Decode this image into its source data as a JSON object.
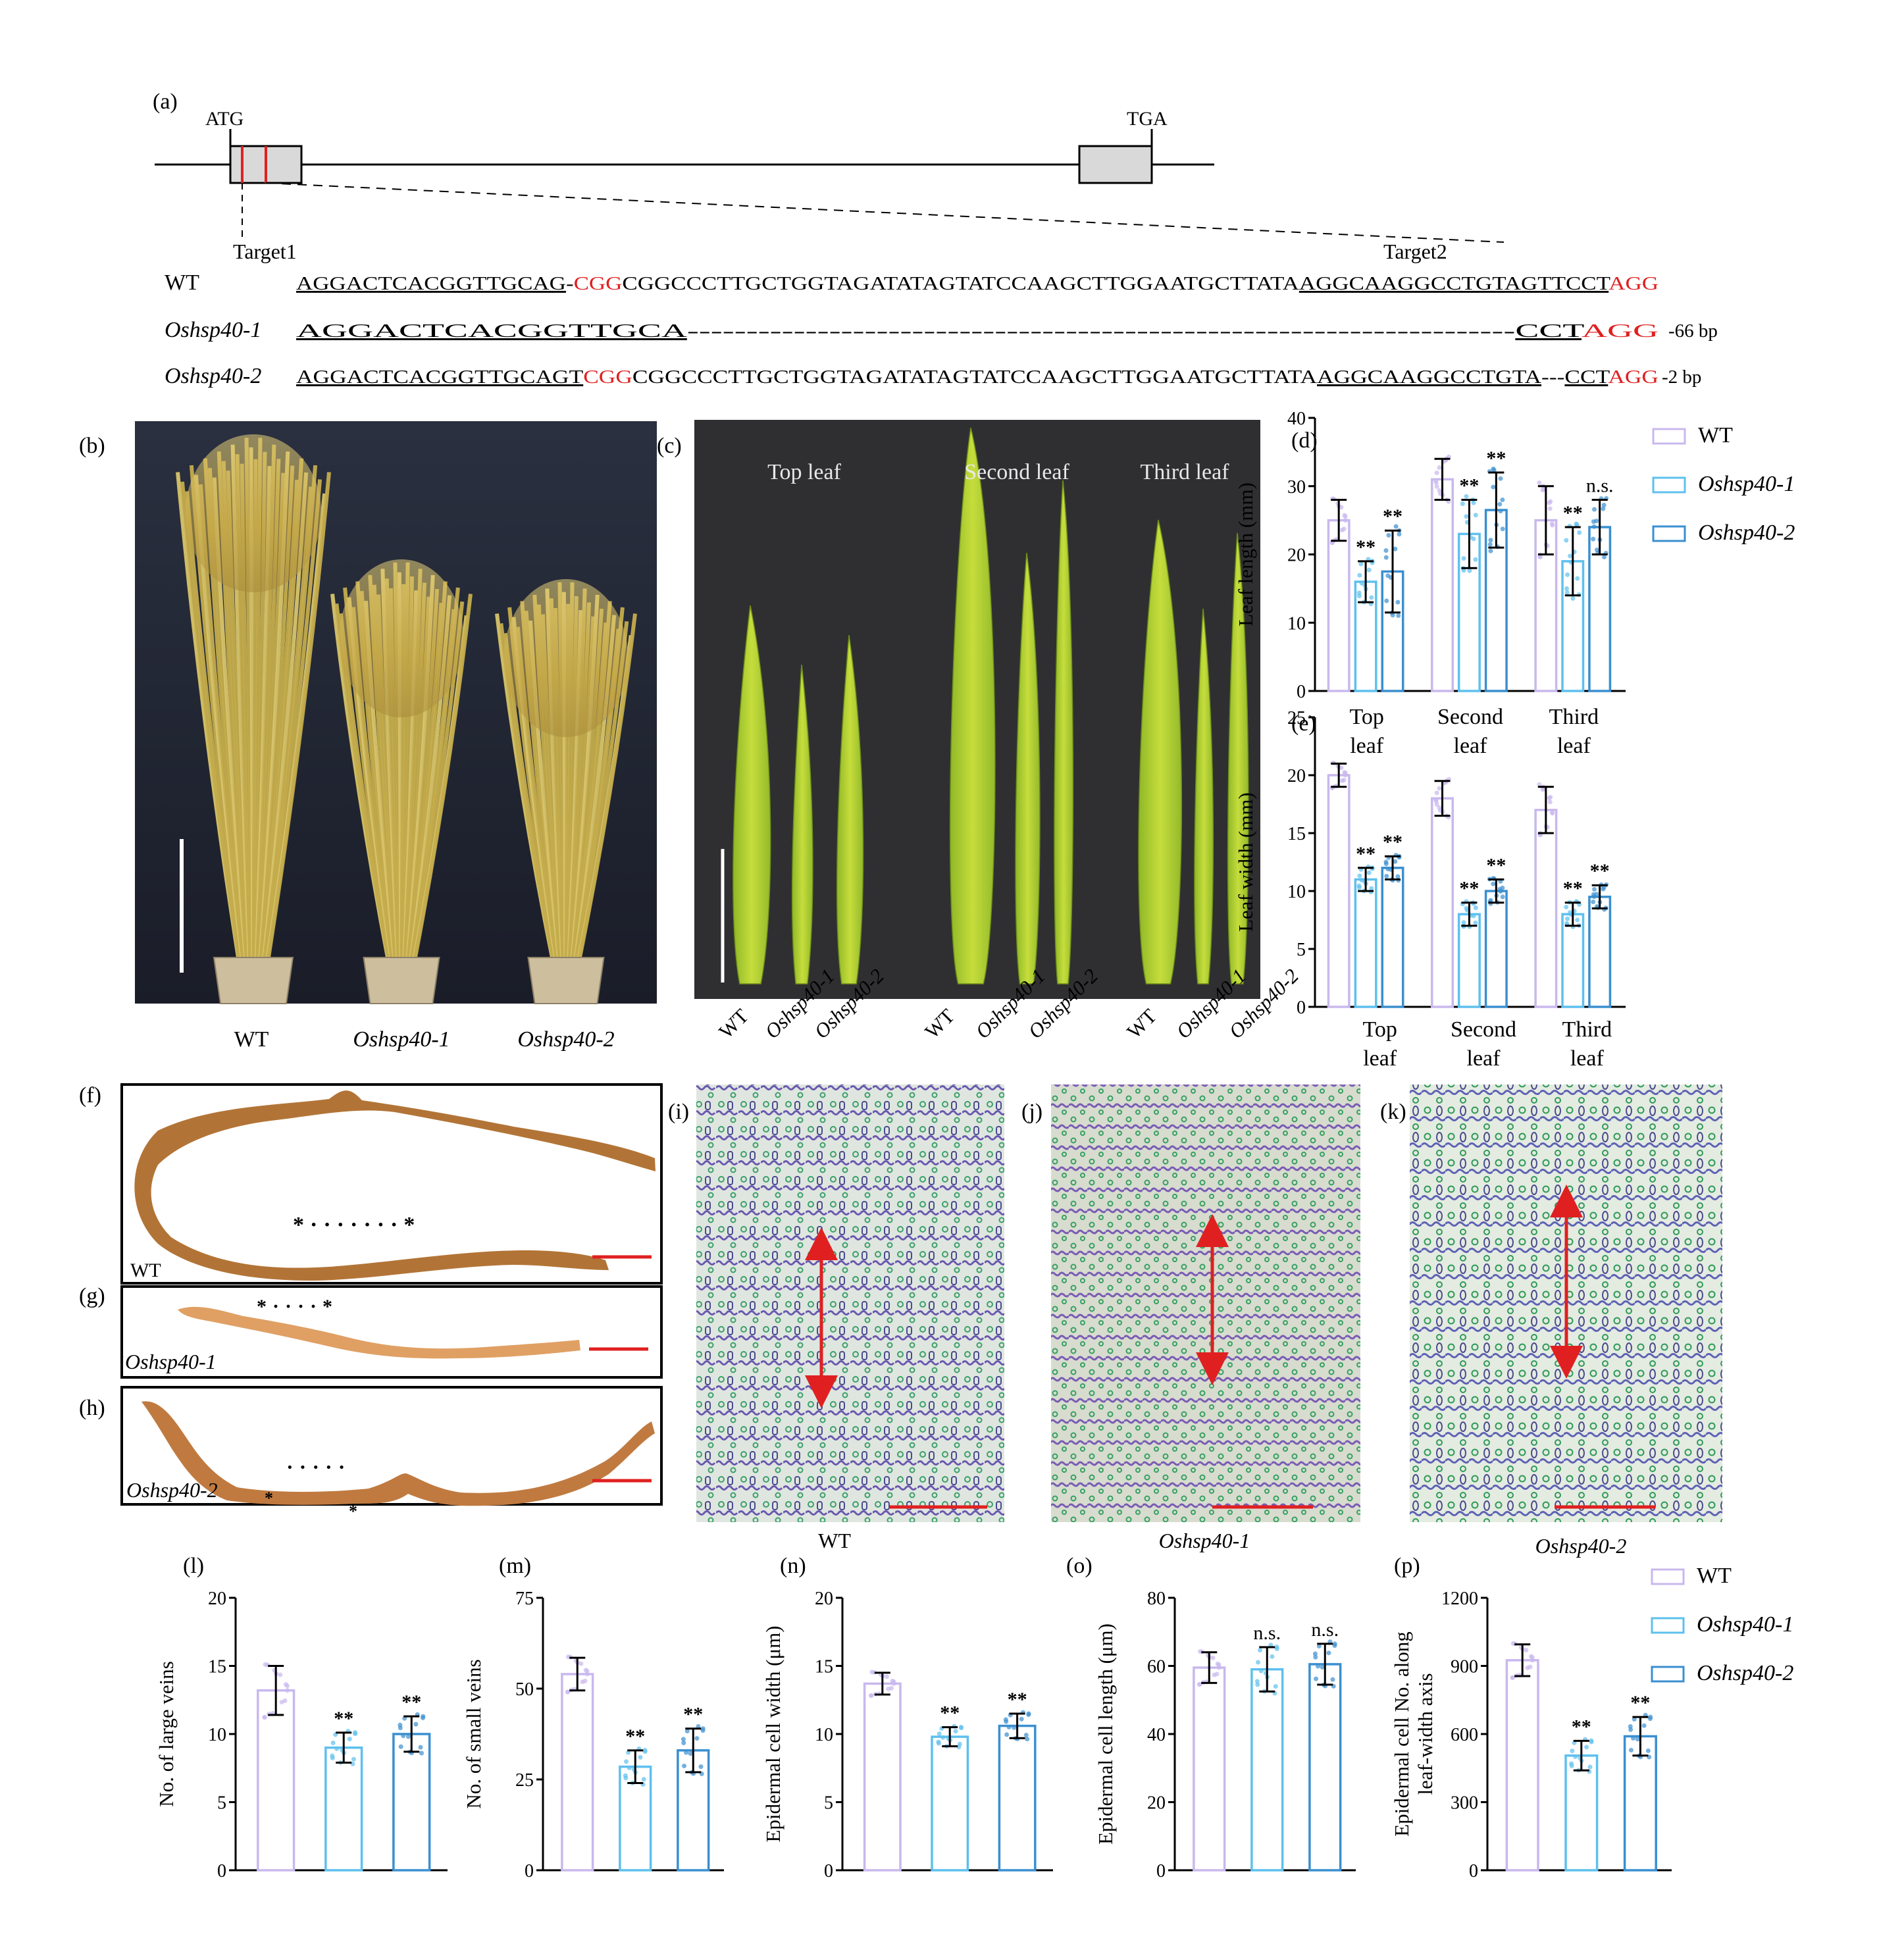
{
  "panel_labels": {
    "a": "(a)",
    "b": "(b)",
    "c": "(c)",
    "d": "(d)",
    "e": "(e)",
    "f": "(f)",
    "g": "(g)",
    "h": "(h)",
    "i": "(i)",
    "j": "(j)",
    "k": "(k)",
    "l": "(l)",
    "m": "(m)",
    "n": "(n)",
    "o": "(o)",
    "p": "(p)"
  },
  "gene": {
    "atg": "ATG",
    "tga": "TGA",
    "target1": "Target1",
    "target2": "Target2",
    "rows": [
      {
        "label": "WT",
        "seq1": "AGGACTCACGGTTGCAG",
        "gap1": "-",
        "pam1": "CGG",
        "middle": "CGGCCCTTGCTGGTAGATATAGTATCCAAGCTTGGAATGCTTATA",
        "seq2": "AGGCAAGGCCTGTAGTTCCT",
        "gap2": "",
        "pam2": "AGG",
        "note": ""
      },
      {
        "label": "Oshsp40-1",
        "seq1": "AGGACTCACGGTTGCA",
        "gap1": "----------------------------------------------------------------------",
        "pam1": "",
        "middle": "",
        "seq2": "CCT",
        "gap2": "",
        "pam2": "AGG",
        "note": "-66 bp"
      },
      {
        "label": "Oshsp40-2",
        "seq1": "AGGACTCACGGTTGCAGT",
        "gap1": "",
        "pam1": "CGG",
        "middle": "CGGCCCTTGCTGGTAGATATAGTATCCAAGCTTGGAATGCTTATA",
        "seq2": "AGGCAAGGCCTGTA",
        "gap2": "---",
        "pam2": "AGG",
        "note": "-2 bp",
        "seq2b": "CCT"
      }
    ]
  },
  "photo_b": {
    "labels": [
      "WT",
      "Oshsp40-1",
      "Oshsp40-2"
    ]
  },
  "photo_c": {
    "groups": [
      "Top leaf",
      "Second leaf",
      "Third leaf"
    ],
    "xlabels": [
      "WT",
      "Oshsp40-1",
      "Oshsp40-2",
      "WT",
      "Oshsp40-1",
      "Oshsp40-2",
      "WT",
      "Oshsp40-1",
      "Oshsp40-2"
    ]
  },
  "sections_fgh": {
    "labels": [
      "WT",
      "Oshsp40-1",
      "Oshsp40-2"
    ]
  },
  "micro_ijk": {
    "labels": [
      "WT",
      "Oshsp40-1",
      "Oshsp40-2"
    ]
  },
  "legend": [
    "WT",
    "Oshsp40-1",
    "Oshsp40-2"
  ],
  "colors": {
    "WT": "#c9b8ee",
    "Oshsp40-1": "#5ec0ee",
    "Oshsp40-2": "#3a8fd0",
    "pam": "#e02020",
    "arrow": "#e02020"
  },
  "chart_data": [
    {
      "id": "d",
      "type": "bar",
      "ylabel": "Leaf length (mm)",
      "ylim": [
        0,
        40
      ],
      "yticks": [
        0,
        10,
        20,
        30,
        40
      ],
      "categories": [
        "Top\nleaf",
        "Second\nleaf",
        "Third\nleaf"
      ],
      "series": [
        {
          "name": "WT",
          "values": [
            25,
            31,
            25
          ],
          "err": [
            3,
            3,
            5
          ],
          "sig": [
            "",
            "",
            ""
          ]
        },
        {
          "name": "Oshsp40-1",
          "values": [
            16,
            23,
            19
          ],
          "err": [
            3,
            5,
            5
          ],
          "sig": [
            "**",
            "**",
            "**"
          ]
        },
        {
          "name": "Oshsp40-2",
          "values": [
            17.5,
            26.5,
            24
          ],
          "err": [
            6,
            5.5,
            4
          ],
          "sig": [
            "**",
            "**",
            "n.s."
          ]
        }
      ]
    },
    {
      "id": "e",
      "type": "bar",
      "ylabel": "Leaf width (mm)",
      "ylim": [
        0,
        25
      ],
      "yticks": [
        0,
        5,
        10,
        15,
        20,
        25
      ],
      "categories": [
        "Top\nleaf",
        "Second\nleaf",
        "Third\nleaf"
      ],
      "series": [
        {
          "name": "WT",
          "values": [
            20,
            18,
            17
          ],
          "err": [
            1,
            1.5,
            2
          ],
          "sig": [
            "",
            "",
            ""
          ]
        },
        {
          "name": "Oshsp40-1",
          "values": [
            11,
            8,
            8
          ],
          "err": [
            1,
            1,
            1
          ],
          "sig": [
            "**",
            "**",
            "**"
          ]
        },
        {
          "name": "Oshsp40-2",
          "values": [
            12,
            10,
            9.5
          ],
          "err": [
            1,
            1,
            1
          ],
          "sig": [
            "**",
            "**",
            "**"
          ]
        }
      ]
    },
    {
      "id": "l",
      "type": "bar",
      "ylabel": "No. of  large veins",
      "ylim": [
        0,
        20
      ],
      "yticks": [
        0,
        5,
        10,
        15,
        20
      ],
      "series": [
        {
          "name": "WT",
          "values": [
            13.2
          ],
          "err": [
            1.8
          ],
          "sig": [
            ""
          ]
        },
        {
          "name": "Oshsp40-1",
          "values": [
            9
          ],
          "err": [
            1.1
          ],
          "sig": [
            "**"
          ]
        },
        {
          "name": "Oshsp40-2",
          "values": [
            10
          ],
          "err": [
            1.3
          ],
          "sig": [
            "**"
          ]
        }
      ]
    },
    {
      "id": "m",
      "type": "bar",
      "ylabel": "No. of  small veins",
      "ylim": [
        0,
        75
      ],
      "yticks": [
        0,
        25,
        50,
        75
      ],
      "series": [
        {
          "name": "WT",
          "values": [
            54
          ],
          "err": [
            4.5
          ],
          "sig": [
            ""
          ]
        },
        {
          "name": "Oshsp40-1",
          "values": [
            28.5
          ],
          "err": [
            4.5
          ],
          "sig": [
            "**"
          ]
        },
        {
          "name": "Oshsp40-2",
          "values": [
            33
          ],
          "err": [
            6
          ],
          "sig": [
            "**"
          ]
        }
      ]
    },
    {
      "id": "n",
      "type": "bar",
      "ylabel": "Epidermal cell width (μm)",
      "ylim": [
        0,
        20
      ],
      "yticks": [
        0,
        5,
        10,
        15,
        20
      ],
      "series": [
        {
          "name": "WT",
          "values": [
            13.7
          ],
          "err": [
            0.8
          ],
          "sig": [
            ""
          ]
        },
        {
          "name": "Oshsp40-1",
          "values": [
            9.8
          ],
          "err": [
            0.7
          ],
          "sig": [
            "**"
          ]
        },
        {
          "name": "Oshsp40-2",
          "values": [
            10.6
          ],
          "err": [
            0.9
          ],
          "sig": [
            "**"
          ]
        }
      ]
    },
    {
      "id": "o",
      "type": "bar",
      "ylabel": "Epidermal cell length (μm)",
      "ylim": [
        0,
        80
      ],
      "yticks": [
        0,
        20,
        40,
        60,
        80
      ],
      "series": [
        {
          "name": "WT",
          "values": [
            59.5
          ],
          "err": [
            4.5
          ],
          "sig": [
            ""
          ]
        },
        {
          "name": "Oshsp40-1",
          "values": [
            59
          ],
          "err": [
            6.5
          ],
          "sig": [
            "n.s."
          ]
        },
        {
          "name": "Oshsp40-2",
          "values": [
            60.5
          ],
          "err": [
            6
          ],
          "sig": [
            "n.s."
          ]
        }
      ]
    },
    {
      "id": "p",
      "type": "bar",
      "ylabel": "Epidermal cell No. along\nleaf-width axis",
      "ylim": [
        0,
        1200
      ],
      "yticks": [
        0,
        300,
        600,
        900,
        1200
      ],
      "series": [
        {
          "name": "WT",
          "values": [
            925
          ],
          "err": [
            70
          ],
          "sig": [
            ""
          ]
        },
        {
          "name": "Oshsp40-1",
          "values": [
            505
          ],
          "err": [
            65
          ],
          "sig": [
            "**"
          ]
        },
        {
          "name": "Oshsp40-2",
          "values": [
            590
          ],
          "err": [
            85
          ],
          "sig": [
            "**"
          ]
        }
      ]
    }
  ]
}
